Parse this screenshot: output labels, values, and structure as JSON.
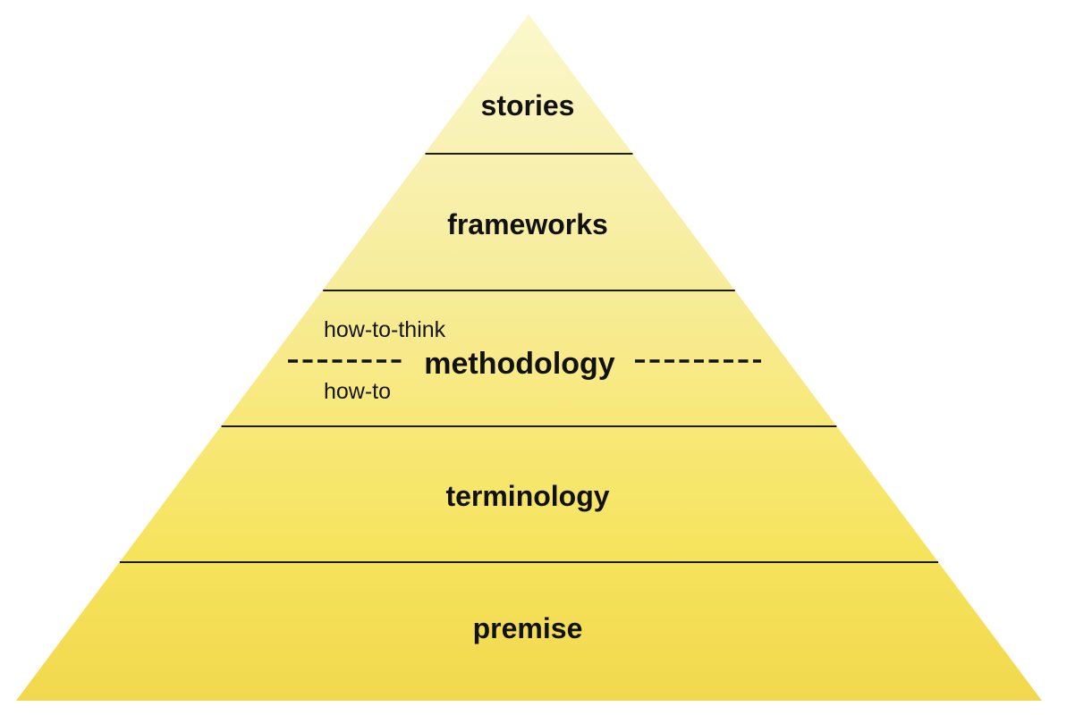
{
  "diagram": {
    "background_color": "#ffffff",
    "divider_color": "#1c1c1c",
    "text_color": "#111111",
    "gradient": {
      "apex": "#FBF8CC",
      "stop20": "#F8F1B2",
      "stop40": "#F7EC99",
      "stop60": "#F8E878",
      "stop80": "#F5E35B",
      "base": "#F2D84E"
    },
    "levels": [
      {
        "label": "stories"
      },
      {
        "label": "frameworks"
      },
      {
        "label": "methodology",
        "annotation_above": "how-to-think",
        "annotation_below": "how-to"
      },
      {
        "label": "terminology"
      },
      {
        "label": "premise"
      }
    ]
  }
}
